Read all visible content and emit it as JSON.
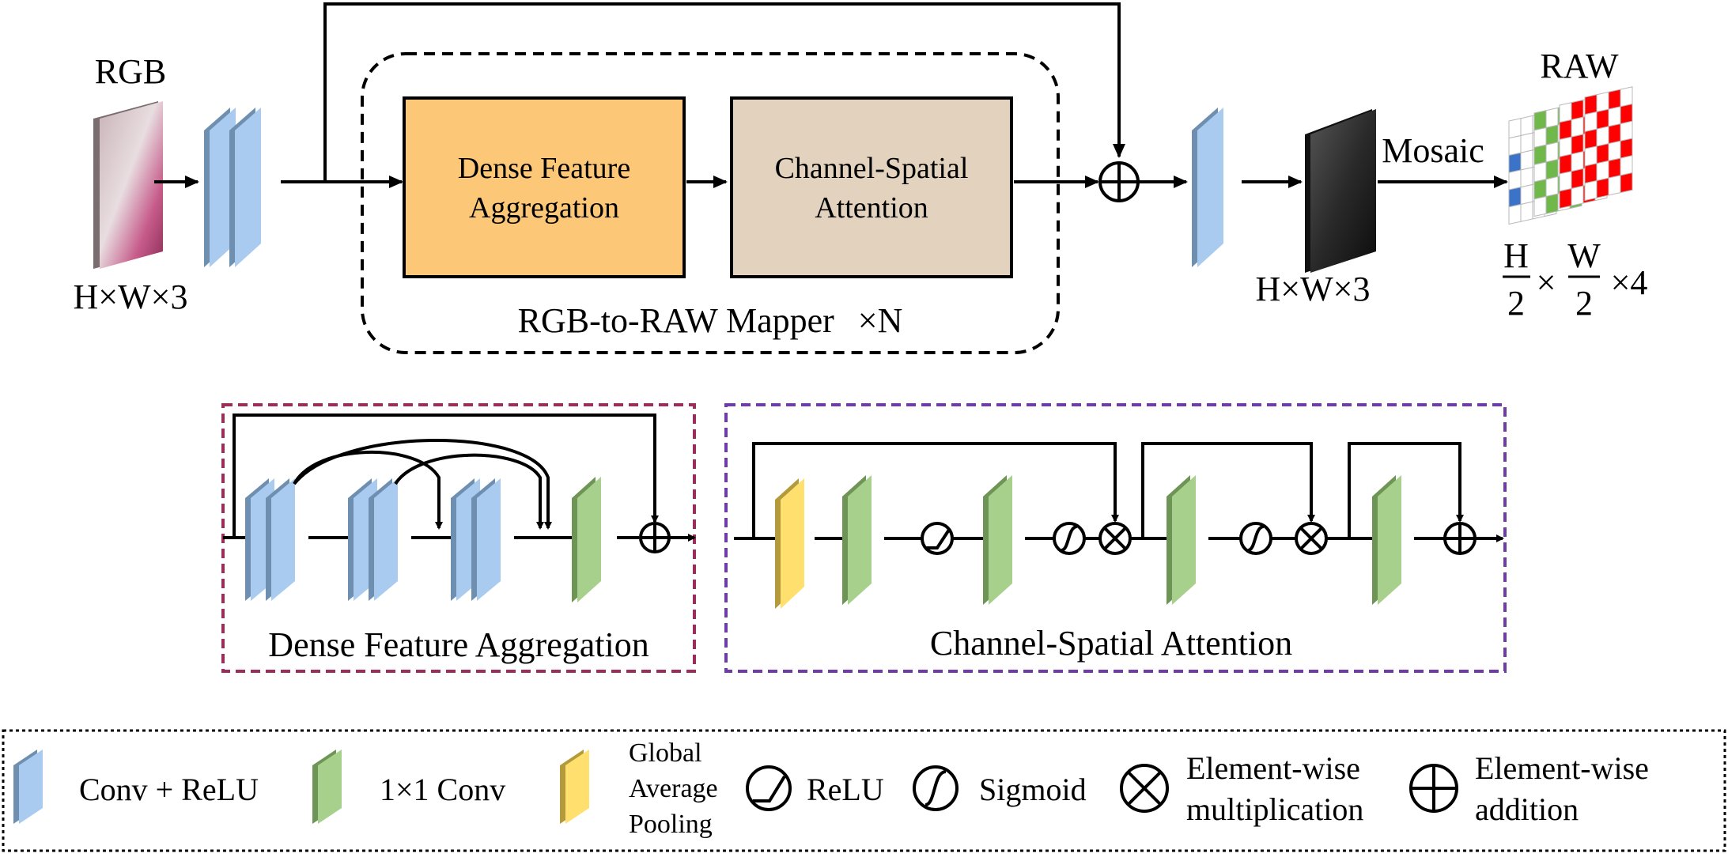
{
  "top": {
    "input_label": "RGB",
    "input_dims": "H×W×3",
    "mapper_label": "RGB-to-RAW Mapper",
    "mapper_repeat": "×N",
    "dfa_block": {
      "line1": "Dense Feature",
      "line2": "Aggregation"
    },
    "csa_block": {
      "line1": "Channel-Spatial",
      "line2": "Attention"
    },
    "gray_dims": "H×W×3",
    "mosaic_label": "Mosaic",
    "output_label": "RAW",
    "output_dims": {
      "h": "H",
      "w": "W",
      "den": "2",
      "times": "×",
      "tail": "×4"
    }
  },
  "dfa_detail": {
    "title": "Dense Feature Aggregation"
  },
  "csa_detail": {
    "title": "Channel-Spatial Attention"
  },
  "legend": {
    "conv_relu": "Conv + ReLU",
    "conv1x1": "1×1 Conv",
    "gap": [
      "Global",
      "Average",
      "Pooling"
    ],
    "relu": "ReLU",
    "sigmoid": "Sigmoid",
    "mult": [
      "Element-wise",
      "multiplication"
    ],
    "add": [
      "Element-wise",
      "addition"
    ]
  },
  "colors": {
    "conv_face": "#a9cbef",
    "conv_edge": "#6f8fb0",
    "conv1x1_face": "#a8d08d",
    "conv1x1_edge": "#6e9556",
    "gap_face": "#ffe06e",
    "gap_edge": "#b39a3a",
    "dfa_fill": "#fdc778",
    "csa_fill": "#e3d2bd",
    "dfa_border": "#9b2d5a",
    "csa_border": "#6f3ba6",
    "bayer_red": "#ff0000",
    "bayer_green": "#70b84a",
    "bayer_blue": "#3b73c8"
  }
}
